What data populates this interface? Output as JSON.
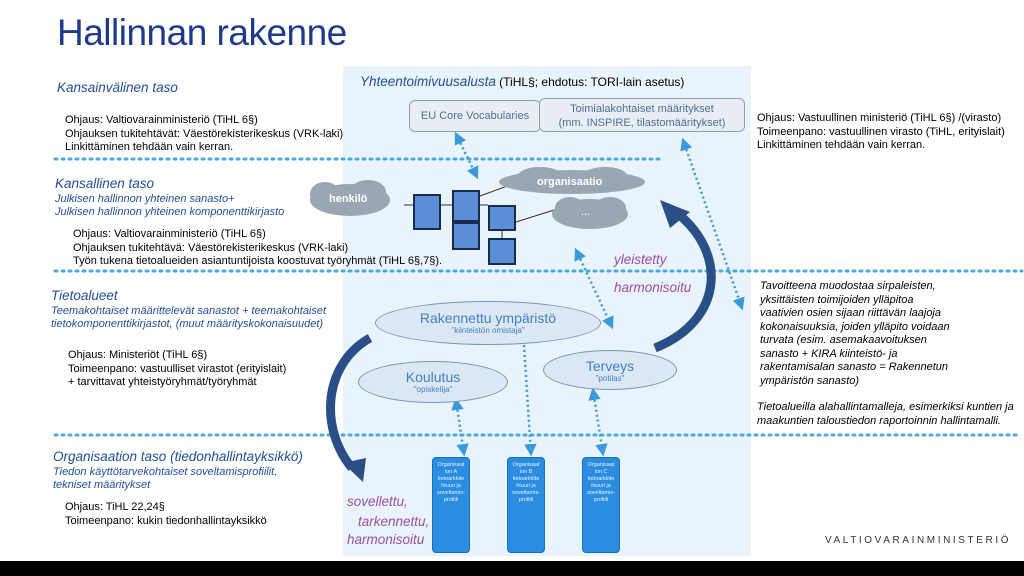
{
  "title": "Hallinnan rakenne",
  "platform": {
    "title": "Yhteentoimivuusalusta",
    "note": " (TiHL§; ehdotus: TORI-lain asetus)"
  },
  "platform_boxes": {
    "eu": "EU Core Vocabularies",
    "domain_l1": "Toimialakohtaiset määritykset",
    "domain_l2": "(mm. INSPIRE, tilastomääritykset)"
  },
  "international": {
    "heading": "Kansainvälinen taso",
    "lines": [
      "Ohjaus: Valtiovarainministeriö (TiHL 6§)",
      "Ohjauksen tukitehtävät: Väestörekisterikeskus (VRK-laki)",
      "Linkittäminen tehdään vain kerran."
    ]
  },
  "right_top": [
    "Ohjaus: Vastuullinen ministeriö (TiHL 6§) /(virasto)",
    "Toimeenpano: vastuullinen virasto (TiHL, erityislait)",
    "Linkittäminen tehdään vain kerran."
  ],
  "national": {
    "heading": "Kansallinen taso",
    "sub": [
      "Julkisen hallinnon yhteinen sanasto+",
      "Julkisen hallinnon yhteinen komponenttikirjasto"
    ],
    "lines": [
      "Ohjaus: Valtiovarainministeriö (TiHL 6§)",
      "Ohjauksen tukitehtävä: Väestörekisterikeskus (VRK-laki)",
      "Työn tukena tietoalueiden asiantuntijoista koostuvat työryhmät (TiHL 6§,7§)."
    ]
  },
  "clouds": {
    "henkilo": "henkilö",
    "organisaatio": "organisaatio",
    "more": "..."
  },
  "domains": {
    "heading": "Tietoalueet",
    "sub": [
      "Teemakohtaiset määrittelevät sanastot + teemakohtaiset",
      "tietokomponenttikirjastot, (muut määrityskokonaisuudet)"
    ],
    "lines": [
      "Ohjaus: Ministeriöt (TiHL 6§)",
      "Toimeenpano: vastuulliset virastot (erityislait)",
      "+ tarvittavat yhteistyöryhmät/työryhmät"
    ]
  },
  "ellipses": {
    "rakennettu": {
      "main": "Rakennettu ympäristö",
      "sub": "\"kiinteistön omistaja\""
    },
    "koulutus": {
      "main": "Koulutus",
      "sub": "\"opiskelija\""
    },
    "terveys": {
      "main": "Terveys",
      "sub": "\"potilas\""
    }
  },
  "arrows": {
    "yleistetty": "yleistetty",
    "harmonisoitu": "harmonisoitu",
    "sovellettu": "sovellettu,",
    "tarkennettu": "tarkennettu,",
    "harmonisoitu2": "harmonisoitu"
  },
  "right_mid": [
    "Tavoitteena muodostaa sirpaleisten,",
    "yksittäisten toimijoiden ylläpitoa",
    "vaativien osien sijaan riittävän laajoja",
    "kokonaisuuksia, joiden ylläpito voidaan",
    "turvata (esim. asemakaavoituksen",
    "sanasto + KIRA kiinteistö- ja",
    "rakentamisalan sanasto = Rakennetun",
    "ympäristön sanasto)"
  ],
  "right_bottom": [
    "Tietoalueilla alahallintamalleja, esimerkiksi kuntien ja",
    "maakuntien taloustiedon raportoinnin hallintamalli."
  ],
  "organisation": {
    "heading": "Organisaation taso (tiedonhallintayksikkö)",
    "sub": [
      "Tiedon käyttötarvekohtaiset soveltamisprofiilit,",
      "tekniset määritykset"
    ],
    "lines": [
      "Ohjaus: TiHL 22,24§",
      "Toimeenpano: kukin tiedonhallintayksikkö"
    ]
  },
  "org_docs": [
    [
      "Organisaat",
      "ion A",
      "tietoarkkite",
      "htuuri ja",
      "soveltamis-",
      "profiili"
    ],
    [
      "Organisaat",
      "ion B",
      "tietoarkkite",
      "htuuri ja",
      "soveltamis-",
      "profiili"
    ],
    [
      "Organisaat",
      "ion C",
      "tietoarkkite",
      "htuuri ja",
      "soveltamis-",
      "profiili"
    ]
  ],
  "logo": "VALTIOVARAINMINISTERIÖ",
  "colors": {
    "title": "#1f3a8a",
    "heading": "#1f4e9c",
    "accent": "#9b4fa0",
    "band": "#e8f3fb",
    "dotted": "#4fa8dc",
    "arrow": "#2a4f86"
  }
}
